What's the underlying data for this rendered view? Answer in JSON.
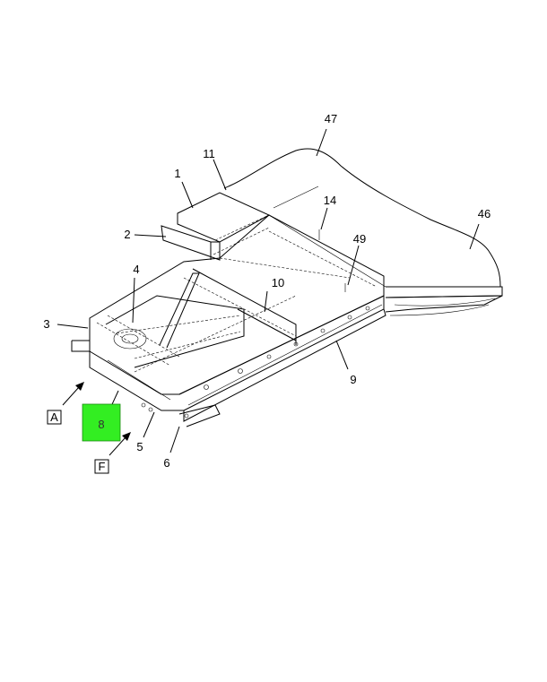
{
  "callouts": {
    "c1": "1",
    "c2": "2",
    "c3": "3",
    "c4": "4",
    "c5": "5",
    "c6": "6",
    "c8": "8",
    "c9": "9",
    "c10": "10",
    "c11": "11",
    "c14": "14",
    "c46": "46",
    "c47": "47",
    "c49": "49"
  },
  "view_labels": {
    "a": "A",
    "f": "F"
  },
  "colors": {
    "highlight": "#33ee22",
    "line": "#000000"
  }
}
